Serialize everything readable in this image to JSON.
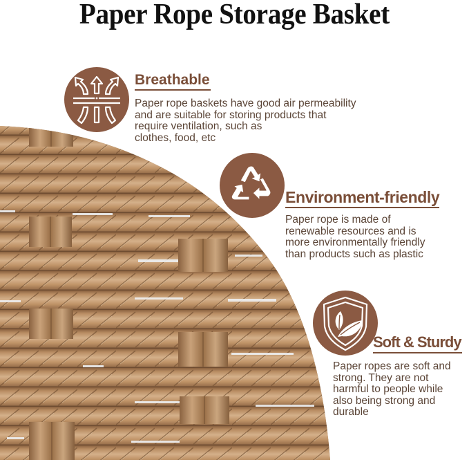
{
  "title": "Paper Rope Storage Basket",
  "colors": {
    "brand_brown": "#8b5a43",
    "heading_brown": "#7a4e38",
    "body_text": "#5b4537",
    "title_text": "#111111",
    "rope_tan": "#c49a70"
  },
  "features": [
    {
      "icon": "airflow-arrows-icon",
      "title": "Breathable",
      "lines": [
        "Paper rope baskets have good air permeability",
        "and are suitable for storing products that",
        "require ventilation, such as",
        "clothes, food, etc"
      ]
    },
    {
      "icon": "recycle-icon",
      "title": "Environment-friendly",
      "lines": [
        "Paper rope is made of",
        "renewable resources and is",
        "more environmentally friendly",
        "than products such as plastic"
      ]
    },
    {
      "icon": "shield-leaf-icon",
      "title": "Soft & Sturdy",
      "lines": [
        "Paper ropes are soft and",
        "strong. They are not",
        "harmful to people while",
        "also being strong and",
        "durable"
      ]
    }
  ],
  "image": {
    "subject": "woven-paper-rope-basket-closeup"
  }
}
